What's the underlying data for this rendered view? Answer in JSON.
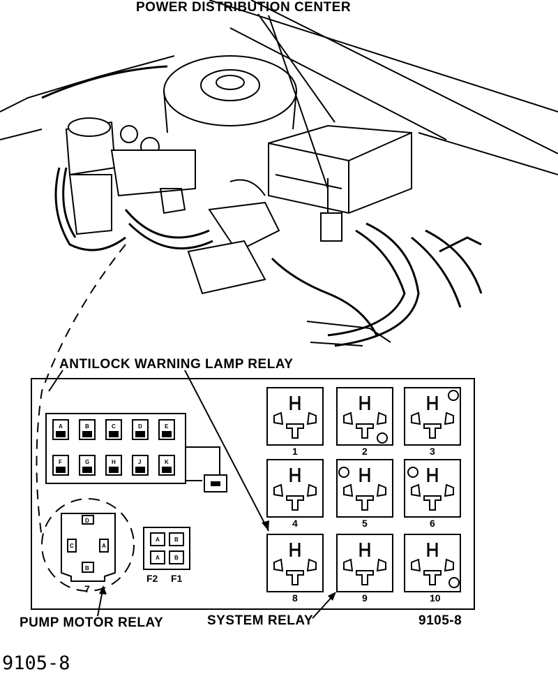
{
  "labels": {
    "power_distribution_center": "POWER DISTRIBUTION CENTER",
    "antilock_warning_lamp_relay": "ANTILOCK WARNING LAMP RELAY",
    "pump_motor_relay": "PUMP MOTOR RELAY",
    "system_relay": "SYSTEM RELAY",
    "figure_code_inset": "9105-8",
    "figure_code_page": "9105-8"
  },
  "fuse_row_top": [
    "A",
    "B",
    "C",
    "D",
    "E"
  ],
  "fuse_row_bottom": [
    "F",
    "G",
    "H",
    "J",
    "K"
  ],
  "fuse_small": [
    "F2",
    "F1"
  ],
  "fuse_small_cells": [
    "A",
    "B",
    "A",
    "B"
  ],
  "pump_motor_relay_number": "7",
  "pump_terminals": [
    "D",
    "C",
    "A",
    "B"
  ],
  "relay_positions": [
    "1",
    "2",
    "3",
    "4",
    "5",
    "6",
    "8",
    "9",
    "10"
  ]
}
